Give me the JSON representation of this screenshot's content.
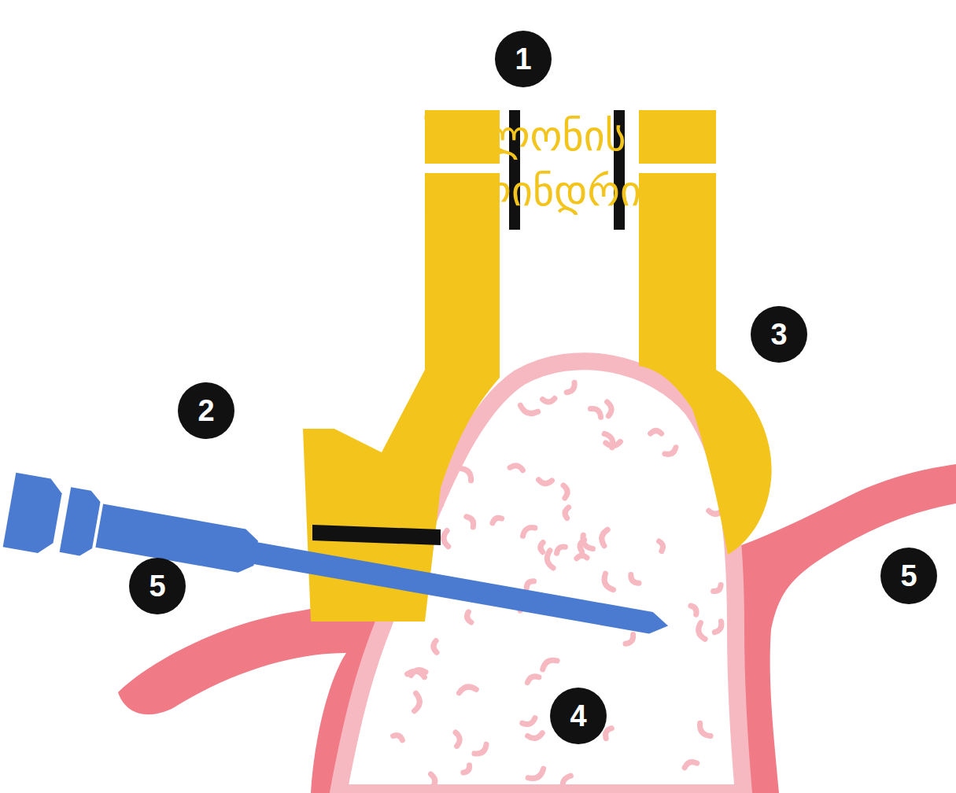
{
  "diagram": {
    "labels": [
      "შაბლონის ცილინდრი",
      "1",
      "2",
      "3",
      "5",
      "5",
      "4"
    ]
  }
}
